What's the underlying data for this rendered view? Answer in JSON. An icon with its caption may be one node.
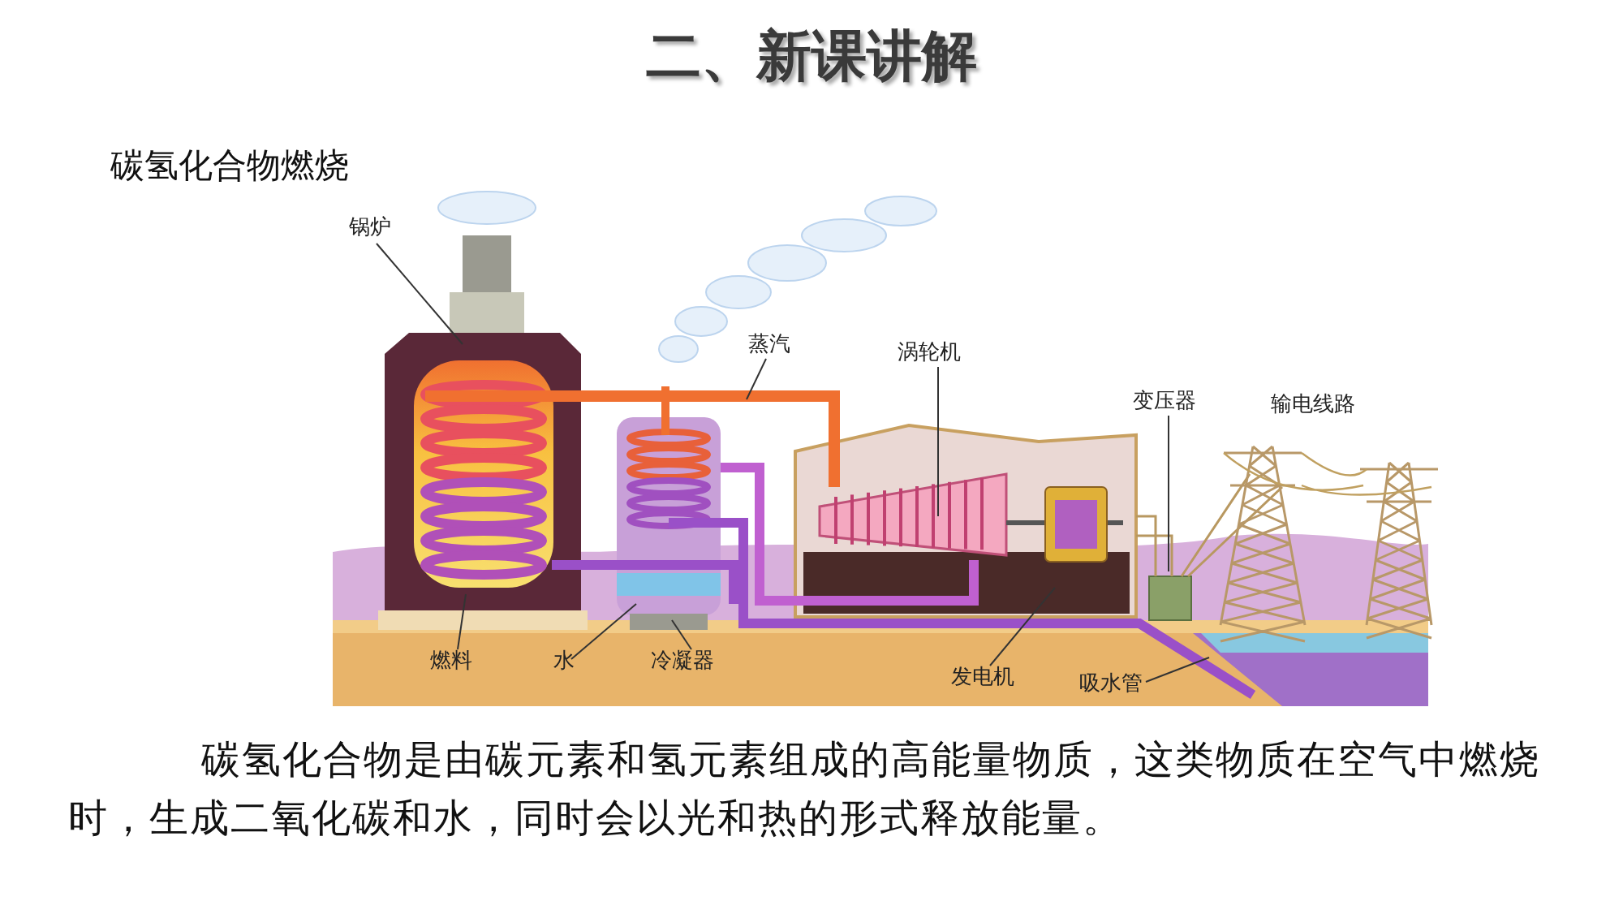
{
  "diagram": {
    "title": "二、新课讲解",
    "nodes": [
      {
        "text": [
          "锅炉"
        ]
      },
      {
        "text": [
          "蒸汽"
        ]
      },
      {
        "text": [
          "涡轮机"
        ]
      },
      {
        "text": [
          "变压器"
        ]
      },
      {
        "text": [
          "燃料"
        ]
      },
      {
        "text": [
          "水"
        ]
      },
      {
        "text": [
          "冷凝器"
        ]
      },
      {
        "text": [
          "发电机"
        ]
      },
      {
        "text": [
          "吸水管"
        ]
      }
    ],
    "edges": [
      {
        "from": 0,
        "to": null,
        "arrow": "none"
      },
      {
        "from": 1,
        "to": null,
        "arrow": "none"
      },
      {
        "from": 2,
        "to": null,
        "arrow": "none"
      },
      {
        "from": 3,
        "to": null,
        "arrow": "none"
      },
      {
        "from": 4,
        "to": null,
        "arrow": "none"
      },
      {
        "from": 5,
        "to": null,
        "arrow": "none"
      },
      {
        "from": 6,
        "to": null,
        "arrow": "none"
      },
      {
        "from": 7,
        "to": null,
        "arrow": "none"
      },
      {
        "from": 8,
        "to": null,
        "arrow": "none"
      }
    ],
    "labels": [
      "碳氢化合物燃烧",
      "输电线路",
      "碳氢化合物是由碳元素和氢元素组成的高能量物质，这类物质在空气中燃烧时，生成二氧化碳和水，同时会以光和热的形式释放能量。"
    ]
  }
}
